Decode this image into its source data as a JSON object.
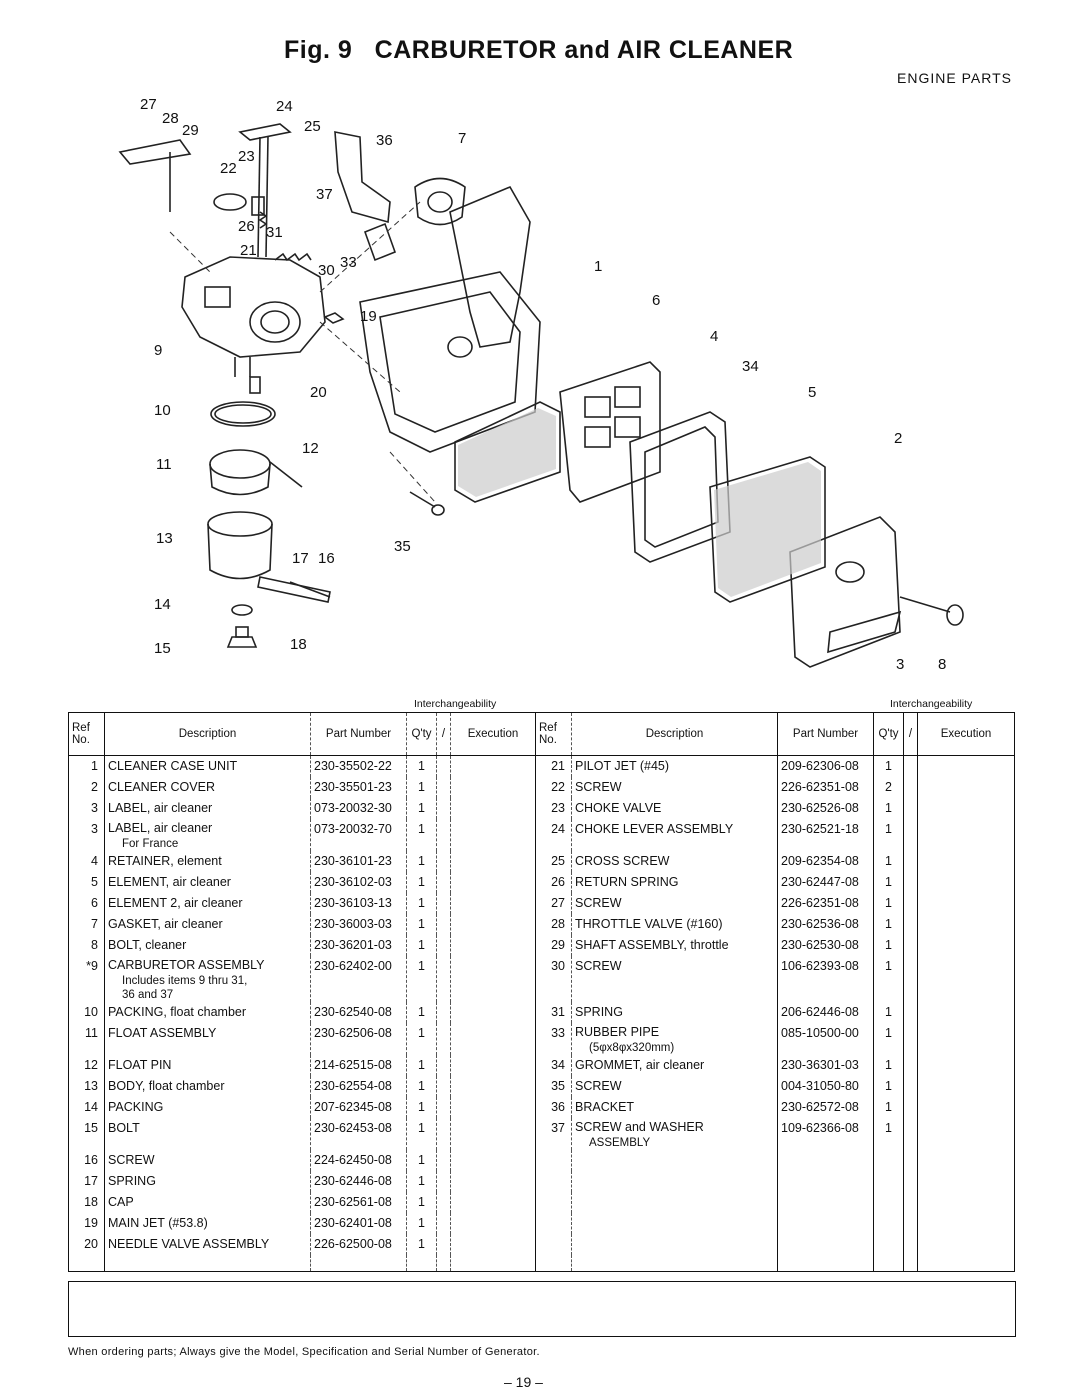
{
  "figure_label": "Fig. 9",
  "title": "CARBURETOR and AIR  CLEANER",
  "subtitle": "ENGINE PARTS",
  "callouts": [
    "27",
    "28",
    "24",
    "29",
    "25",
    "36",
    "7",
    "22",
    "23",
    "37",
    "26",
    "31",
    "21",
    "30",
    "33",
    "1",
    "6",
    "19",
    "4",
    "34",
    "9",
    "20",
    "5",
    "10",
    "2",
    "12",
    "11",
    "13",
    "17",
    "16",
    "35",
    "14",
    "15",
    "18",
    "3",
    "8"
  ],
  "interchangeability_label": "Interchangeability",
  "headers": {
    "ref": "Ref No.",
    "description": "Description",
    "part_number": "Part Number",
    "qty": "Q'ty",
    "slash": "/",
    "execution": "Execution"
  },
  "left_parts": [
    {
      "ref": "1",
      "desc": "CLEANER CASE UNIT",
      "sub": "",
      "part": "230-35502-22",
      "qty": "1"
    },
    {
      "ref": "2",
      "desc": "CLEANER COVER",
      "sub": "",
      "part": "230-35501-23",
      "qty": "1"
    },
    {
      "ref": "3",
      "desc": "LABEL, air cleaner",
      "sub": "",
      "part": "073-20032-30",
      "qty": "1"
    },
    {
      "ref": "3",
      "desc": "LABEL, air cleaner",
      "sub": "For France",
      "part": "073-20032-70",
      "qty": "1"
    },
    {
      "ref": "4",
      "desc": "RETAINER, element",
      "sub": "",
      "part": "230-36101-23",
      "qty": "1"
    },
    {
      "ref": "5",
      "desc": "ELEMENT, air cleaner",
      "sub": "",
      "part": "230-36102-03",
      "qty": "1"
    },
    {
      "ref": "6",
      "desc": "ELEMENT 2, air cleaner",
      "sub": "",
      "part": "230-36103-13",
      "qty": "1"
    },
    {
      "ref": "7",
      "desc": "GASKET, air cleaner",
      "sub": "",
      "part": "230-36003-03",
      "qty": "1"
    },
    {
      "ref": "8",
      "desc": "BOLT, cleaner",
      "sub": "",
      "part": "230-36201-03",
      "qty": "1"
    },
    {
      "ref": "*9",
      "desc": "CARBURETOR ASSEMBLY",
      "sub": "Includes items 9 thru 31,",
      "sub2": "36 and 37",
      "part": "230-62402-00",
      "qty": "1"
    },
    {
      "ref": "10",
      "desc": "PACKING, float chamber",
      "sub": "",
      "part": "230-62540-08",
      "qty": "1"
    },
    {
      "ref": "11",
      "desc": "FLOAT ASSEMBLY",
      "sub": "",
      "part": "230-62506-08",
      "qty": "1"
    },
    {
      "ref": "12",
      "desc": "FLOAT PIN",
      "sub": "",
      "part": "214-62515-08",
      "qty": "1"
    },
    {
      "ref": "13",
      "desc": "BODY, float chamber",
      "sub": "",
      "part": "230-62554-08",
      "qty": "1"
    },
    {
      "ref": "14",
      "desc": "PACKING",
      "sub": "",
      "part": "207-62345-08",
      "qty": "1"
    },
    {
      "ref": "15",
      "desc": "BOLT",
      "sub": "",
      "part": "230-62453-08",
      "qty": "1"
    },
    {
      "ref": "16",
      "desc": "SCREW",
      "sub": "",
      "part": "224-62450-08",
      "qty": "1"
    },
    {
      "ref": "17",
      "desc": "SPRING",
      "sub": "",
      "part": "230-62446-08",
      "qty": "1"
    },
    {
      "ref": "18",
      "desc": "CAP",
      "sub": "",
      "part": "230-62561-08",
      "qty": "1"
    },
    {
      "ref": "19",
      "desc": "MAIN JET (#53.8)",
      "sub": "",
      "part": "230-62401-08",
      "qty": "1"
    },
    {
      "ref": "20",
      "desc": "NEEDLE VALVE ASSEMBLY",
      "sub": "",
      "part": "226-62500-08",
      "qty": "1"
    }
  ],
  "right_parts": [
    {
      "ref": "21",
      "desc": "PILOT JET (#45)",
      "sub": "",
      "part": "209-62306-08",
      "qty": "1"
    },
    {
      "ref": "22",
      "desc": "SCREW",
      "sub": "",
      "part": "226-62351-08",
      "qty": "2"
    },
    {
      "ref": "23",
      "desc": "CHOKE VALVE",
      "sub": "",
      "part": "230-62526-08",
      "qty": "1"
    },
    {
      "ref": "24",
      "desc": "CHOKE LEVER ASSEMBLY",
      "sub": "",
      "part": "230-62521-18",
      "qty": "1"
    },
    {
      "ref": "25",
      "desc": "CROSS SCREW",
      "sub": "",
      "part": "209-62354-08",
      "qty": "1"
    },
    {
      "ref": "26",
      "desc": "RETURN SPRING",
      "sub": "",
      "part": "230-62447-08",
      "qty": "1"
    },
    {
      "ref": "27",
      "desc": "SCREW",
      "sub": "",
      "part": "226-62351-08",
      "qty": "1"
    },
    {
      "ref": "28",
      "desc": "THROTTLE VALVE (#160)",
      "sub": "",
      "part": "230-62536-08",
      "qty": "1"
    },
    {
      "ref": "29",
      "desc": "SHAFT ASSEMBLY, throttle",
      "sub": "",
      "part": "230-62530-08",
      "qty": "1"
    },
    {
      "ref": "30",
      "desc": "SCREW",
      "sub": "",
      "part": "106-62393-08",
      "qty": "1"
    },
    {
      "ref": "31",
      "desc": "SPRING",
      "sub": "",
      "part": "206-62446-08",
      "qty": "1"
    },
    {
      "ref": "33",
      "desc": "RUBBER PIPE",
      "sub": "(5φx8φx320mm)",
      "part": "085-10500-00",
      "qty": "1"
    },
    {
      "ref": "34",
      "desc": "GROMMET, air cleaner",
      "sub": "",
      "part": "230-36301-03",
      "qty": "1"
    },
    {
      "ref": "35",
      "desc": "SCREW",
      "sub": "",
      "part": "004-31050-80",
      "qty": "1"
    },
    {
      "ref": "36",
      "desc": "BRACKET",
      "sub": "",
      "part": "230-62572-08",
      "qty": "1"
    },
    {
      "ref": "37",
      "desc": "SCREW and WASHER",
      "sub": "ASSEMBLY",
      "part": "109-62366-08",
      "qty": "1"
    }
  ],
  "footnote": "When ordering parts; Always give the Model, Specification and Serial Number of Generator.",
  "page_number": "– 19 –"
}
